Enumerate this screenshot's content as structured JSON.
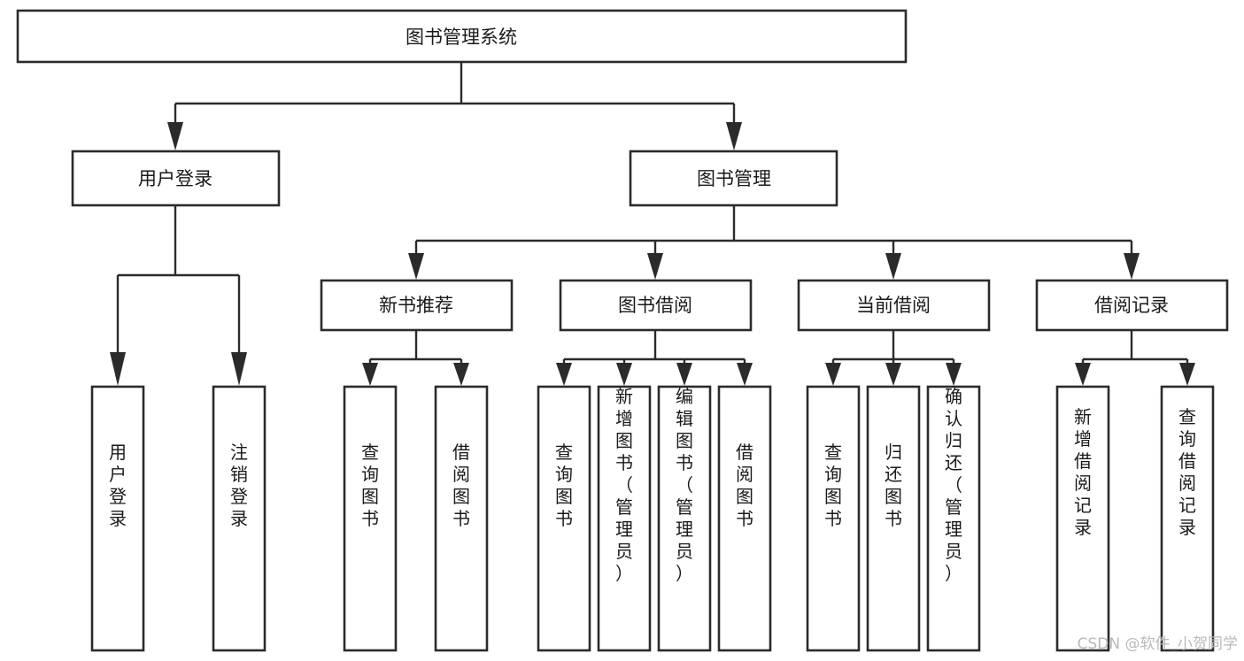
{
  "diagram": {
    "title": "图书管理系统",
    "type": "hierarchy-tree",
    "orientation": "top-down",
    "levels": 4,
    "colors": {
      "box_stroke": "#2b2b2b",
      "box_fill": "#ffffff",
      "connector": "#2b2b2b",
      "text": "#1a1a1a",
      "background": "#ffffff",
      "watermark": "#b9b9b9"
    },
    "root": {
      "label": "图书管理系统"
    },
    "level2": [
      {
        "label": "用户登录"
      },
      {
        "label": "图书管理"
      }
    ],
    "level3": [
      {
        "label": "新书推荐"
      },
      {
        "label": "图书借阅"
      },
      {
        "label": "当前借阅"
      },
      {
        "label": "借阅记录"
      }
    ],
    "leaves": {
      "user_login": [
        {
          "label": "用户登录"
        },
        {
          "label": "注销登录"
        }
      ],
      "new_book_recommend": [
        {
          "label": "查询图书"
        },
        {
          "label": "借阅图书"
        }
      ],
      "book_borrow": [
        {
          "label": "查询图书"
        },
        {
          "label": "新增图书（管理员）"
        },
        {
          "label": "编辑图书（管理员）"
        },
        {
          "label": "借阅图书"
        }
      ],
      "current_borrow": [
        {
          "label": "查询图书"
        },
        {
          "label": "归还图书"
        },
        {
          "label": "确认归还（管理员）"
        }
      ],
      "borrow_record": [
        {
          "label": "新增借阅记录"
        },
        {
          "label": "查询借阅记录"
        }
      ]
    }
  },
  "watermark": {
    "text": "CSDN @软件_小贺同学"
  }
}
